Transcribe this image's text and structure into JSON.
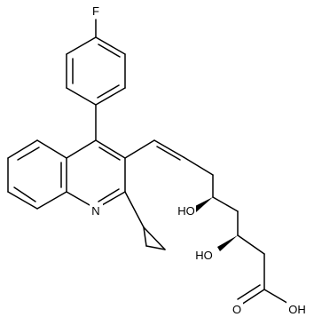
{
  "structure": {
    "labels": {
      "fluorine": "F",
      "nitrogen": "N",
      "hydroxyl_5": "HO",
      "hydroxyl_3": "HO",
      "acid_oxygen": "O",
      "acid_hydroxyl": "OH"
    },
    "colors": {
      "ink": "#000000",
      "background": "#ffffff"
    }
  }
}
